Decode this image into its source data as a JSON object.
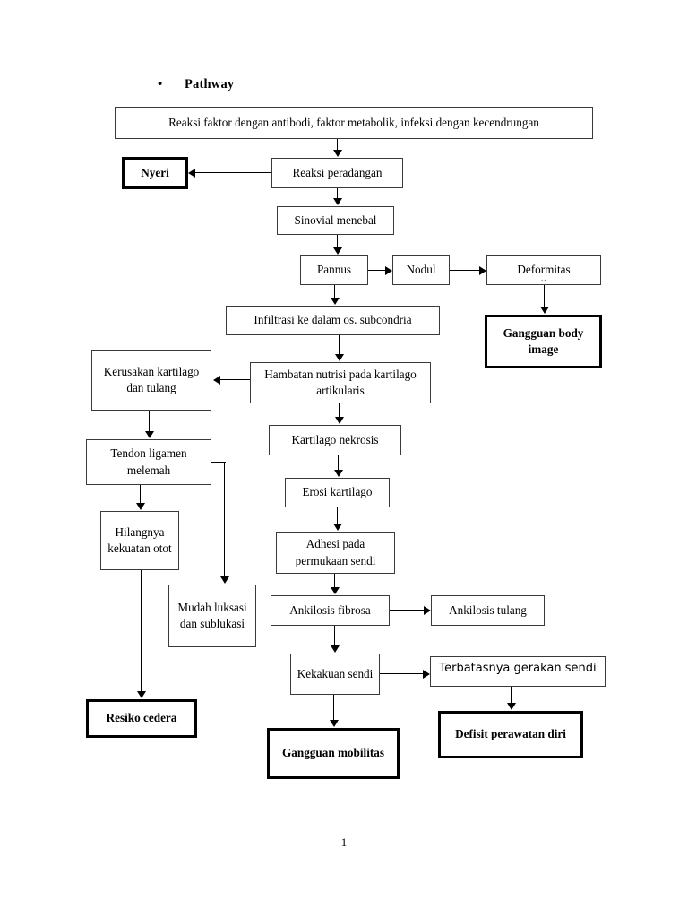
{
  "document": {
    "heading_bullet": "•",
    "heading_text": "Pathway",
    "page_number": "1",
    "artifact_mark": ".."
  },
  "flowchart": {
    "type": "flowchart",
    "title": "Pathway",
    "nodes": [
      {
        "id": "n1",
        "label": "Reaksi faktor dengan antibodi, faktor metabolik, infeksi dengan kecendrungan",
        "emphasis": "normal"
      },
      {
        "id": "n2",
        "label": "Reaksi peradangan",
        "emphasis": "normal"
      },
      {
        "id": "n3",
        "label": "Nyeri",
        "emphasis": "outcome"
      },
      {
        "id": "n4",
        "label": "Sinovial menebal",
        "emphasis": "normal"
      },
      {
        "id": "n5",
        "label": "Pannus",
        "emphasis": "normal"
      },
      {
        "id": "n6",
        "label": "Nodul",
        "emphasis": "normal"
      },
      {
        "id": "n7",
        "label": "Deformitas",
        "emphasis": "normal"
      },
      {
        "id": "n8",
        "label": "Gangguan body image",
        "emphasis": "outcome"
      },
      {
        "id": "n9",
        "label": "Infiltrasi ke dalam os. subcondria",
        "emphasis": "normal"
      },
      {
        "id": "n10",
        "label": "Hambatan nutrisi pada kartilago artikularis",
        "emphasis": "normal"
      },
      {
        "id": "n11",
        "label": "Kerusakan kartilago dan tulang",
        "emphasis": "normal"
      },
      {
        "id": "n12",
        "label": "Tendon ligamen melemah",
        "emphasis": "normal"
      },
      {
        "id": "n13",
        "label": "Hilangnya kekuatan otot",
        "emphasis": "normal"
      },
      {
        "id": "n14",
        "label": "Mudah luksasi dan sublukasi",
        "emphasis": "normal"
      },
      {
        "id": "n15",
        "label": "Resiko cedera",
        "emphasis": "outcome"
      },
      {
        "id": "n16",
        "label": "Kartilago nekrosis",
        "emphasis": "normal"
      },
      {
        "id": "n17",
        "label": "Erosi kartilago",
        "emphasis": "normal"
      },
      {
        "id": "n18",
        "label": "Adhesi pada permukaan sendi",
        "emphasis": "normal"
      },
      {
        "id": "n19",
        "label": "Ankilosis fibrosa",
        "emphasis": "normal"
      },
      {
        "id": "n20",
        "label": "Ankilosis tulang",
        "emphasis": "normal"
      },
      {
        "id": "n21",
        "label": "Kekakuan sendi",
        "emphasis": "normal"
      },
      {
        "id": "n22",
        "label": "Terbatasnya gerakan sendi",
        "emphasis": "normal"
      },
      {
        "id": "n23",
        "label": "Gangguan mobilitas",
        "emphasis": "outcome"
      },
      {
        "id": "n24",
        "label": "Defisit perawatan diri",
        "emphasis": "outcome"
      }
    ],
    "edges": [
      {
        "from": "n1",
        "to": "n2"
      },
      {
        "from": "n2",
        "to": "n3"
      },
      {
        "from": "n2",
        "to": "n4"
      },
      {
        "from": "n4",
        "to": "n5"
      },
      {
        "from": "n5",
        "to": "n6"
      },
      {
        "from": "n6",
        "to": "n7"
      },
      {
        "from": "n7",
        "to": "n8"
      },
      {
        "from": "n5",
        "to": "n9"
      },
      {
        "from": "n9",
        "to": "n10"
      },
      {
        "from": "n10",
        "to": "n11"
      },
      {
        "from": "n10",
        "to": "n16"
      },
      {
        "from": "n11",
        "to": "n12"
      },
      {
        "from": "n12",
        "to": "n13"
      },
      {
        "from": "n12",
        "to": "n14"
      },
      {
        "from": "n13",
        "to": "n15"
      },
      {
        "from": "n16",
        "to": "n17"
      },
      {
        "from": "n17",
        "to": "n18"
      },
      {
        "from": "n18",
        "to": "n19"
      },
      {
        "from": "n19",
        "to": "n20"
      },
      {
        "from": "n19",
        "to": "n21"
      },
      {
        "from": "n21",
        "to": "n22"
      },
      {
        "from": "n21",
        "to": "n23"
      },
      {
        "from": "n22",
        "to": "n24"
      }
    ]
  }
}
